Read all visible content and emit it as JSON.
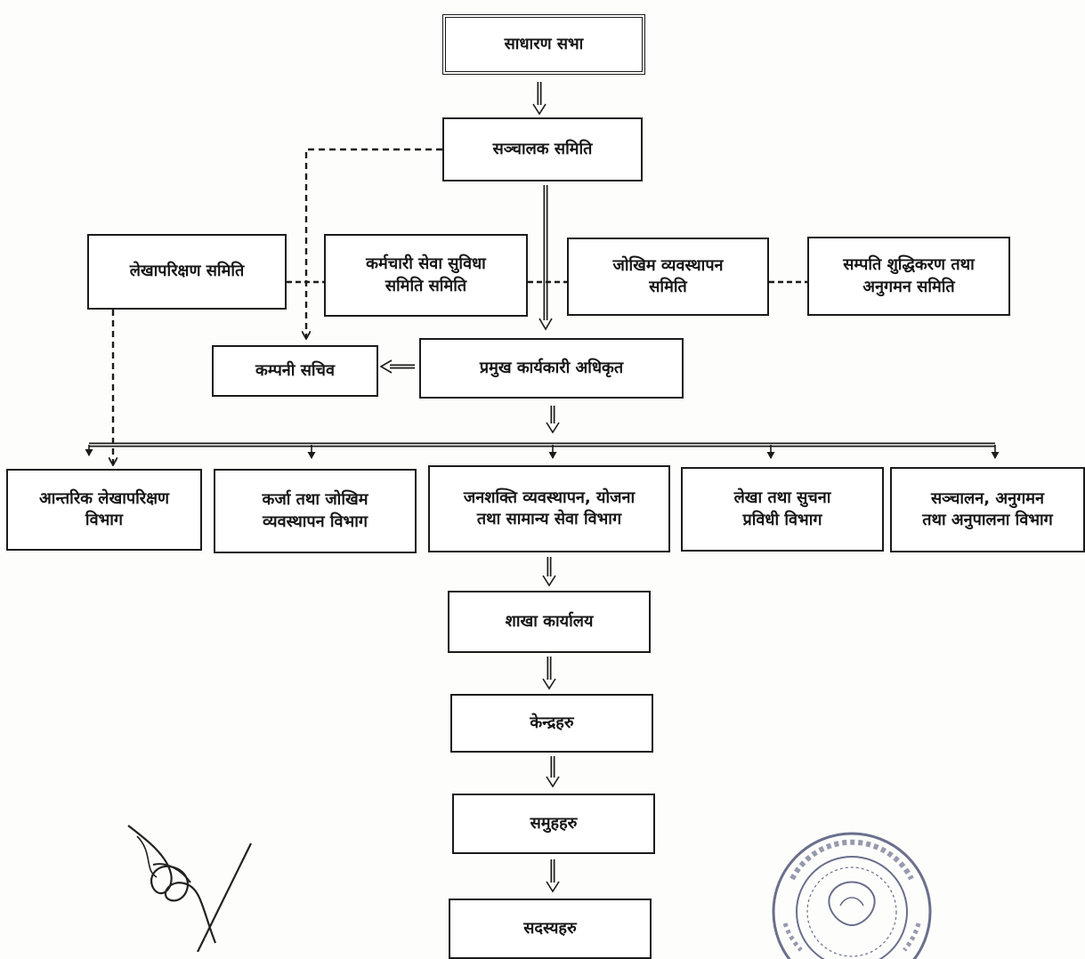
{
  "chart": {
    "general_assembly": "साधारण सभा",
    "board_of_directors": "सञ्चालक समिति",
    "committees": {
      "audit": "लेखापरिक्षण समिति",
      "employee_welfare": "कर्मचारी सेवा सुविधा\nसमिति समिति",
      "risk_management": "जोखिम व्यवस्थापन\nसमिति",
      "aml_monitoring": "सम्पति शुद्धिकरण तथा\nअनुगमन समिति"
    },
    "company_secretary": "कम्पनी सचिव",
    "ceo": "प्रमुख कार्यकारी अधिकृत",
    "departments": {
      "internal_audit": "आन्तरिक लेखापरिक्षण\nविभाग",
      "credit_risk": "कर्जा तथा जोखिम\nव्यवस्थापन विभाग",
      "hr_planning": "जनशक्ति व्यवस्थापन, योजना\nतथा सामान्य सेवा विभाग",
      "accounts_it": "लेखा तथा सुचना\nप्रविधी विभाग",
      "operations_compliance": "सञ्चालन, अनुगमन\nतथा अनुपालना विभाग"
    },
    "branch_office": "शाखा कार्यालय",
    "centers": "केन्द्रहरु",
    "groups": "समुहहरु",
    "members": "सदस्यहरु"
  },
  "colors": {
    "line": "#1b1b1b",
    "box_border": "#1b1b1b",
    "seal": "#6a6f8c",
    "signature": "#222222"
  },
  "icons": {
    "seal": "institution-seal-icon",
    "signature": "signature-icon"
  }
}
